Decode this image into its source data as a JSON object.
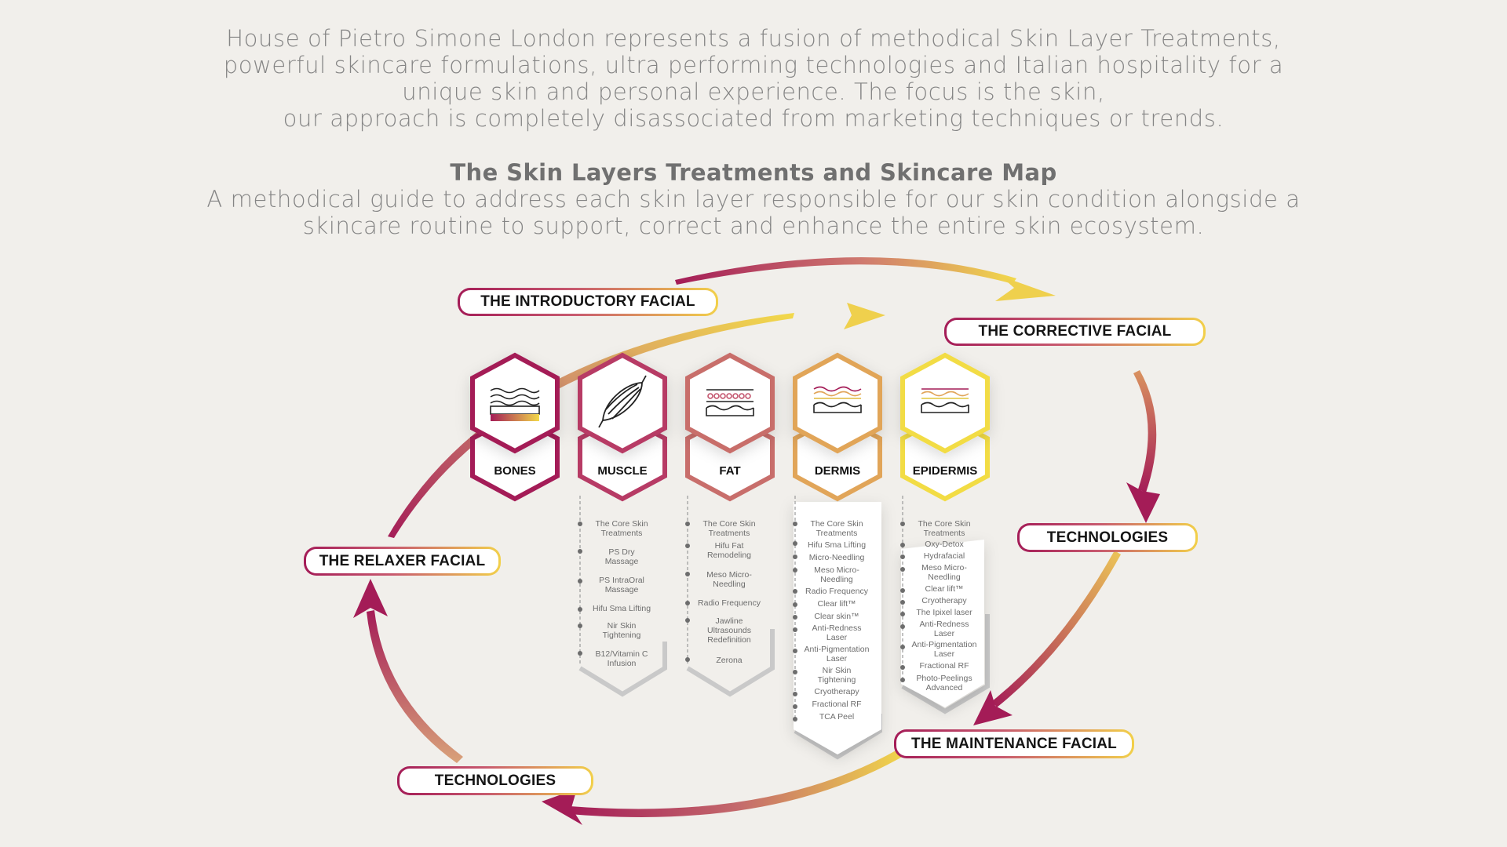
{
  "intro": {
    "lines": [
      "House of Pietro Simone London represents a fusion of methodical Skin Layer Treatments,",
      "powerful skincare formulations, ultra performing technologies and Italian hospitality for a",
      "unique skin and personal experience. The focus is the skin,",
      "our approach is completely disassociated from marketing techniques or trends."
    ]
  },
  "map": {
    "title": "The Skin Layers Treatments and Skincare Map",
    "subtitle_lines": [
      "A methodical guide to address each skin layer responsible for our skin condition alongside a",
      "skincare routine to support, correct and enhance the entire skin ecosystem."
    ]
  },
  "cycle": {
    "introductory": "THE INTRODUCTORY FACIAL",
    "corrective": "THE CORRECTIVE FACIAL",
    "technologies_right": "TECHNOLOGIES",
    "maintenance": "THE MAINTENANCE FACIAL",
    "technologies_left": "TECHNOLOGIES",
    "relaxer": "THE RELAXER FACIAL"
  },
  "colors": {
    "magenta": "#a41c57",
    "rose": "#c4566f",
    "salmon": "#d48072",
    "peach": "#e2a55c",
    "yellow": "#f2d94a",
    "gray_panel": "#c8c8c8"
  },
  "layers": [
    {
      "name": "BONES",
      "icon": "bone-layer-icon",
      "color": "#a41c57",
      "items": []
    },
    {
      "name": "MUSCLE",
      "icon": "muscle-fiber-icon",
      "color": "#b73b65",
      "items": [
        "The Core Skin Treatments",
        "PS Dry Massage",
        "PS IntraOral Massage",
        "Hifu Sma Lifting",
        "Nir Skin Tightening",
        "B12/Vitamin C Infusion"
      ]
    },
    {
      "name": "FAT",
      "icon": "fat-layer-icon",
      "color": "#c86e6b",
      "items": [
        "The Core Skin Treatments",
        "Hifu Fat Remodeling",
        "Meso Micro-Needling",
        "Radio Frequency",
        "Jawline Ultrasounds Redefinition",
        "Zerona"
      ]
    },
    {
      "name": "DERMIS",
      "icon": "dermis-layer-icon",
      "color": "#e1a559",
      "items": [
        "The Core Skin Treatments",
        "Hifu Sma Lifting",
        "Micro-Needling",
        "Meso Micro-Needling",
        "Radio Frequency",
        "Clear lift™",
        "Clear skin™",
        "Anti-Redness Laser",
        "Anti-Pigmentation Laser",
        "Nir Skin Tightening",
        "Cryotherapy",
        "Fractional RF",
        "TCA Peel"
      ]
    },
    {
      "name": "EPIDERMIS",
      "icon": "epidermis-layer-icon",
      "color": "#f2dc44",
      "items": [
        "The Core Skin Treatments",
        "Oxy-Detox",
        "Hydrafacial",
        "Meso Micro-Needling",
        "Clear lift™",
        "Cryotherapy",
        "The Ipixel laser",
        "Anti-Redness Laser",
        "Anti-Pigmentation Laser",
        "Fractional RF",
        "Photo-Peelings Advanced"
      ]
    }
  ]
}
